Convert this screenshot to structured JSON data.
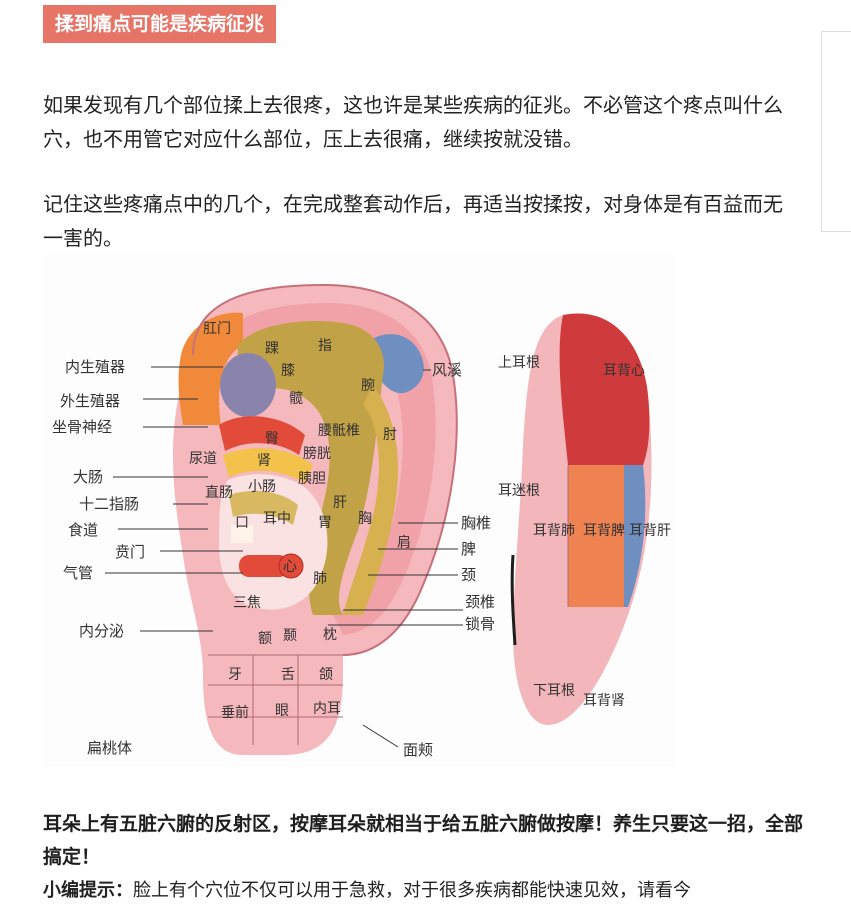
{
  "section_title": "揉到痛点可能是疾病征兆",
  "paragraphs": [
    "如果发现有几个部位揉上去很疼，这也许是某些疾病的征兆。不必管这个疼点叫什么穴，也不用管它对应什么部位，压上去很痛，继续按就没错。",
    "记住这些疼痛点中的几个，在完成整套动作后，再适当按揉按，对身体是有百益而无一害的。"
  ],
  "figure": {
    "left_labels": [
      "内生殖器",
      "外生殖器",
      "坐骨神经",
      "大肠",
      "十二指肠",
      "食道",
      "贲门",
      "气管",
      "内分泌",
      "扁桃体"
    ],
    "right_labels": [
      "风溪",
      "胸椎",
      "脾",
      "颈",
      "颈椎",
      "锁骨",
      "面颊"
    ],
    "ear_front_labels": {
      "gangmen": "肛门",
      "zhi": "指",
      "huai": "踝",
      "xi": "膝",
      "kuan": "髋",
      "wan": "腕",
      "tun": "臀",
      "yaodizhui": "腰骶椎",
      "zhou": "肘",
      "niaodao": "尿道",
      "shen": "肾",
      "pangguang": "膀胱",
      "yidan": "胰胆",
      "zhichang": "直肠",
      "xiaochang": "小肠",
      "kou": "口",
      "erzhong": "耳中",
      "wei": "胃",
      "gan": "肝",
      "xiong": "胸",
      "jian": "肩",
      "xin": "心",
      "fei": "肺",
      "sanjiao": "三焦",
      "e": "额",
      "nie": "颞",
      "zhen": "枕",
      "ya": "牙",
      "she": "舌",
      "he": "颌",
      "chuiqian": "垂前",
      "yan": "眼",
      "neier": "内耳"
    },
    "ear_back_labels": {
      "shangergen": "上耳根",
      "erbeixin": "耳背心",
      "ermigen": "耳迷根",
      "erbeifei": "耳背肺",
      "erbeipi": "耳背脾",
      "erbeigan": "耳背肝",
      "xiaergen": "下耳根",
      "erbeishen": "耳背肾"
    }
  },
  "conclusion": "耳朵上有五脏六腑的反射区，按摩耳朵就相当于给五脏六腑做按摩！养生只要这一招，全部搞定！",
  "tip": {
    "label": "小编提示：",
    "text": "脸上有个穴位不仅可以用于急救，对于很多疾病都能快速见效，请看今"
  }
}
